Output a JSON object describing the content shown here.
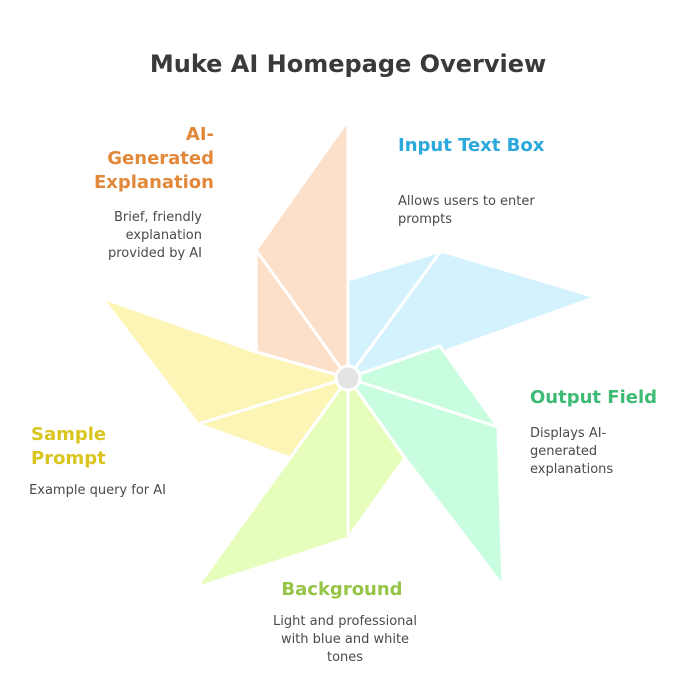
{
  "title": "Muke AI Homepage Overview",
  "sections": [
    {
      "id": "input-text-box",
      "label": "Input Text Box",
      "description": "Allows users to enter prompts",
      "color": "#2ba8dc",
      "fill": "#d4f2fd"
    },
    {
      "id": "output-field",
      "label": "Output Field",
      "description": "Displays AI-generated explanations",
      "color": "#3dba73",
      "fill": "#c9fde0"
    },
    {
      "id": "background",
      "label": "Background",
      "description": "Light and professional with blue and white tones",
      "color": "#96c447",
      "fill": "#e7fdbc"
    },
    {
      "id": "sample-prompt",
      "label": "Sample Prompt",
      "description": "Example query for AI",
      "color": "#d9c51e",
      "fill": "#fdf5b5"
    },
    {
      "id": "ai-generated-explanation",
      "label": "AI-Generated Explanation",
      "description": "Brief, friendly explanation provided by AI",
      "color": "#e2883a",
      "fill": "#fde0c9"
    }
  ]
}
